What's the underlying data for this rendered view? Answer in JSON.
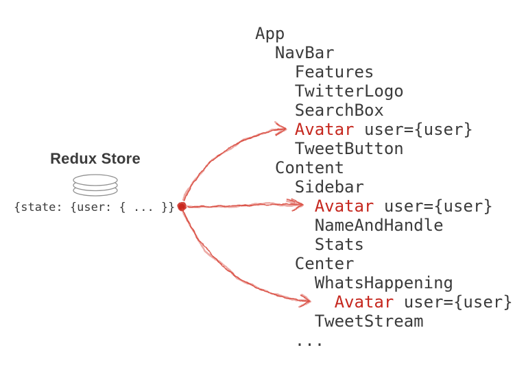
{
  "store": {
    "title": "Redux Store",
    "state_text": "{state: {user: { ... }}"
  },
  "tree": {
    "lines": [
      {
        "level": 0,
        "name": "App",
        "prop": "",
        "highlight": false
      },
      {
        "level": 1,
        "name": "NavBar",
        "prop": "",
        "highlight": false
      },
      {
        "level": 2,
        "name": "Features",
        "prop": "",
        "highlight": false
      },
      {
        "level": 2,
        "name": "TwitterLogo",
        "prop": "",
        "highlight": false
      },
      {
        "level": 2,
        "name": "SearchBox",
        "prop": "",
        "highlight": false
      },
      {
        "level": 2,
        "name": "Avatar",
        "prop": "user={user}",
        "highlight": true
      },
      {
        "level": 2,
        "name": "TweetButton",
        "prop": "",
        "highlight": false
      },
      {
        "level": 1,
        "name": "Content",
        "prop": "",
        "highlight": false
      },
      {
        "level": 2,
        "name": "Sidebar",
        "prop": "",
        "highlight": false
      },
      {
        "level": 3,
        "name": "Avatar",
        "prop": "user={user}",
        "highlight": true
      },
      {
        "level": 3,
        "name": "NameAndHandle",
        "prop": "",
        "highlight": false
      },
      {
        "level": 3,
        "name": "Stats",
        "prop": "",
        "highlight": false
      },
      {
        "level": 2,
        "name": "Center",
        "prop": "",
        "highlight": false
      },
      {
        "level": 3,
        "name": "WhatsHappening",
        "prop": "",
        "highlight": false
      },
      {
        "level": 4,
        "name": "Avatar",
        "prop": "user={user}",
        "highlight": true
      },
      {
        "level": 3,
        "name": "TweetStream",
        "prop": "",
        "highlight": false
      },
      {
        "level": 2,
        "name": "...",
        "prop": "",
        "highlight": false
      }
    ]
  },
  "colors": {
    "background": "#ffffff",
    "text": "#3b3b3b",
    "highlight": "#c5271e",
    "arrow": "#d8473b",
    "dot": "#c9271e",
    "db_stroke": "#8f8f8f"
  }
}
